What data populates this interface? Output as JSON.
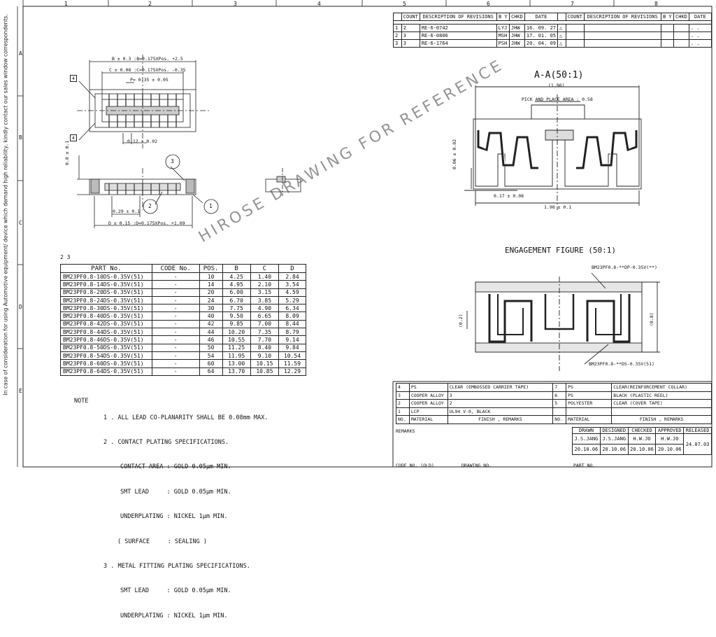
{
  "frame": {
    "cols": [
      "1",
      "2",
      "3",
      "4",
      "5",
      "6",
      "7",
      "8"
    ],
    "rows": [
      "A",
      "B",
      "C",
      "D",
      "E"
    ]
  },
  "side_note": "In case of consideration for using Automotive equipment/ device which demand high reliability, kindly contact our sales window correspondents.",
  "watermark": "HIROSE DRAWING FOR REFERENCE",
  "revisions": {
    "headers": [
      "COUNT",
      "DESCRIPTION OF REVISIONS",
      "B Y",
      "CHKD",
      "DATE"
    ],
    "rows": [
      {
        "mark": "1",
        "count": "2",
        "desc": "RE-6-0742",
        "by": "LYJ",
        "chkd": "JHW",
        "date": "16. 09. 27"
      },
      {
        "mark": "2",
        "count": "3",
        "desc": "RE-6-0806",
        "by": "MSH",
        "chkd": "JHW",
        "date": "17. 01. 05"
      },
      {
        "mark": "3",
        "count": "3",
        "desc": "RE-6-1764",
        "by": "PSH",
        "chkd": "JHW",
        "date": "20. 04. 09"
      }
    ],
    "right_date_placeholder": ". ."
  },
  "top_view": {
    "dim_b": "B ± 0.3 :B=0.175XPos. +2.5",
    "dim_c": "C ± 0.08 :C=0.175XPos. -0.35",
    "dim_p": "P= 0.35 ± 0.05",
    "dim_012": "0.12 ± 0.02",
    "note4": "4"
  },
  "side_view": {
    "dim_08": "0.8 ± 0.1",
    "dim_029": "0.29 ± 0.1",
    "dim_d": "D ± 0.15 :D=0.175XPos. +1.09",
    "balloons": [
      "1",
      "2",
      "3"
    ]
  },
  "section_aa": {
    "title": "A-A(50:1)",
    "dim_196": "(1.96)",
    "pick_area": "PICK AND PLACE AREA : 0.58",
    "dim_006": "0.06 ± 0.02",
    "dim_017": "0.17 ± 0.08",
    "dim_198": "1.98 ± 0.1"
  },
  "engagement": {
    "title": "ENGAGEMENT FIGURE (50:1)",
    "top_part": "BM23PF0.8-**DP-0.35V(**)",
    "bottom_part": "BM23PF0.8-**DS-0.35V(51)",
    "dim_02": "(0.2)",
    "dim_08": "(0.8)"
  },
  "parts_table": {
    "note_marks": "2 3",
    "headers": [
      "PART No.",
      "CODE No.",
      "POS.",
      "B",
      "C",
      "D"
    ],
    "rows": [
      [
        "BM23PF0.8-10DS-0.35V(51)",
        "-",
        "10",
        "4.25",
        "1.40",
        "2.84"
      ],
      [
        "BM23PF0.8-14DS-0.35V(51)",
        "-",
        "14",
        "4.95",
        "2.10",
        "3.54"
      ],
      [
        "BM23PF0.8-20DS-0.35V(51)",
        "-",
        "20",
        "6.00",
        "3.15",
        "4.59"
      ],
      [
        "BM23PF0.8-24DS-0.35V(51)",
        "-",
        "24",
        "6.70",
        "3.85",
        "5.29"
      ],
      [
        "BM23PF0.8-30DS-0.35V(51)",
        "-",
        "30",
        "7.75",
        "4.90",
        "6.34"
      ],
      [
        "BM23PF0.8-40DS-0.35V(51)",
        "-",
        "40",
        "9.50",
        "6.65",
        "8.09"
      ],
      [
        "BM23PF0.8-42DS-0.35V(51)",
        "-",
        "42",
        "9.85",
        "7.00",
        "8.44"
      ],
      [
        "BM23PF0.8-44DS-0.35V(51)",
        "-",
        "44",
        "10.20",
        "7.35",
        "8.79"
      ],
      [
        "BM23PF0.8-46DS-0.35V(51)",
        "-",
        "46",
        "10.55",
        "7.70",
        "9.14"
      ],
      [
        "BM23PF0.8-50DS-0.35V(51)",
        "-",
        "50",
        "11.25",
        "8.40",
        "9.84"
      ],
      [
        "BM23PF0.8-54DS-0.35V(51)",
        "-",
        "54",
        "11.95",
        "9.10",
        "10.54"
      ],
      [
        "BM23PF0.8-60DS-0.35V(51)",
        "-",
        "60",
        "13.00",
        "10.15",
        "11.59"
      ],
      [
        "BM23PF0.8-64DS-0.35V(51)",
        "-",
        "64",
        "13.70",
        "10.85",
        "12.29"
      ]
    ]
  },
  "notes": {
    "label": "NOTE",
    "lines": [
      "1 . ALL LEAD CO-PLANARITY SHALL BE 0.08mm MAX.",
      "2 . CONTACT PLATING SPECIFICATIONS.",
      "CONTACT AREA : GOLD 0.05μm MIN.",
      "SMT LEAD     : GOLD 0.05μm MIN.",
      "UNDERPLATING : NICKEL 1μm MIN.",
      "( SURFACE     : SEALING )",
      "3 . METAL FITTING PLATING SPECIFICATIONS.",
      "SMT LEAD     : GOLD 0.05μm MIN.",
      "UNDERPLATING : NICKEL 1μm MIN."
    ]
  },
  "materials": {
    "rows": [
      {
        "no": "4",
        "mat": "PS",
        "finish": "CLEAR (EMBOSSED CARRIER TAPE)",
        "no2": "7",
        "mat2": "PS",
        "finish2": "CLEAR(REINFORCEMENT COLLAR)"
      },
      {
        "no": "3",
        "mat": "COOPER ALLOY",
        "finish": "3",
        "no2": "6",
        "mat2": "PS",
        "finish2": "BLACK (PLASTIC REEL)"
      },
      {
        "no": "2",
        "mat": "COOPER ALLOY",
        "finish": "2",
        "no2": "5",
        "mat2": "POLYESTER",
        "finish2": "CLEAR (COVER TAPE)"
      },
      {
        "no": "1",
        "mat": "LCP",
        "finish": "UL94 V-0, BLACK",
        "no2": "",
        "mat2": "",
        "finish2": ""
      }
    ],
    "headers": [
      "NO.",
      "MATERIAL",
      "FINISH , REMARKS",
      "NO.",
      "MATERIAL",
      "FINISH , REMARKS"
    ]
  },
  "title_block": {
    "remarks": "REMARKS",
    "headers": [
      "DRAWN",
      "DESIGNED",
      "CHECKED",
      "APPROVED",
      "RELEASED"
    ],
    "names": [
      "J.S.JANG",
      "J.S.JANG",
      "H.W.JO",
      "H.W.JO"
    ],
    "dates": [
      "20.10.06",
      "20.10.06",
      "20.10.06",
      "20.10.06"
    ],
    "released": "24.07.03",
    "bottom_left": "CODE NO.  (OLD)",
    "bottom_mid": "DRAWING NO.",
    "bottom_right": "PART NO."
  }
}
